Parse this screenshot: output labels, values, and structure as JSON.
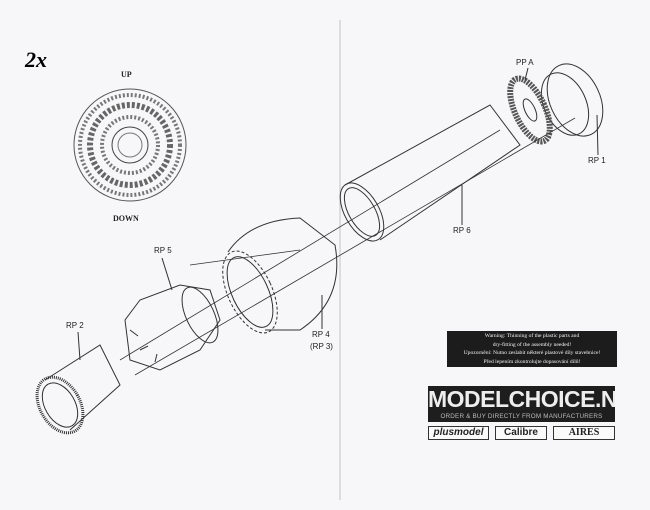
{
  "sheet": {
    "quantity": "2x",
    "orientation_top": "UP",
    "orientation_bottom": "DOWN"
  },
  "parts": {
    "pp_a": "PP A",
    "rp1": "RP 1",
    "rp6": "RP 6",
    "rp5": "RP 5",
    "rp4": "RP 4",
    "rp3": "(RP 3)",
    "rp2": "RP 2"
  },
  "warning": {
    "lines": [
      "Warning: Thinning of the plastic parts and",
      "dry-fitting of the assembly needed!",
      "Upozornění: Nutno zeslabit některé plastové díly stavebnice!",
      "Před lepením zkontrolujte dopasování dílů!"
    ]
  },
  "ad": {
    "title": "MODELCHOICE.NET",
    "subtitle": "ORDER & BUY DIRECTLY FROM MANUFACTURERS",
    "brands": [
      "plusmodel",
      "Calibre",
      "AIRES"
    ]
  }
}
